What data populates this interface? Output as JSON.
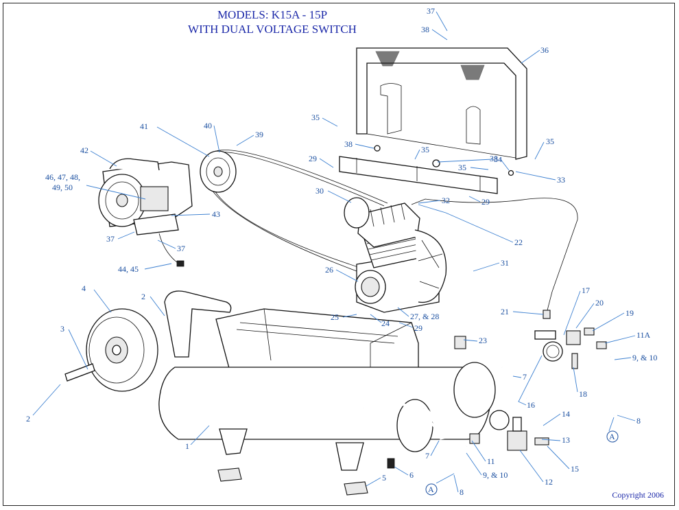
{
  "title": {
    "line1": "MODELS:  K15A - 15P",
    "line2": "WITH DUAL VOLTAGE SWITCH"
  },
  "copyright": "Copyright 2006",
  "colors": {
    "label": "#1a4fa0",
    "leader": "#3b7fd0",
    "title": "#1a27a8",
    "outline": "#111111"
  },
  "callouts": [
    "37",
    "38",
    "36",
    "35",
    "38",
    "35",
    "34",
    "35",
    "38",
    "35",
    "33",
    "29",
    "29",
    "41",
    "40",
    "39",
    "42",
    "46, 47, 48,",
    "49, 50",
    "43",
    "37",
    "37",
    "44, 45",
    "30",
    "32",
    "22",
    "31",
    "26",
    "4",
    "2",
    "3",
    "2",
    "1",
    "25",
    "24",
    "27, & 28",
    "29",
    "23",
    "21",
    "17",
    "20",
    "19",
    "11A",
    "9, & 10",
    "18",
    "8",
    "7",
    "16",
    "14",
    "13",
    "15",
    "12",
    "11",
    "9, & 10",
    "8",
    "7",
    "6",
    "5"
  ],
  "circle_markers": [
    "A",
    "A"
  ]
}
